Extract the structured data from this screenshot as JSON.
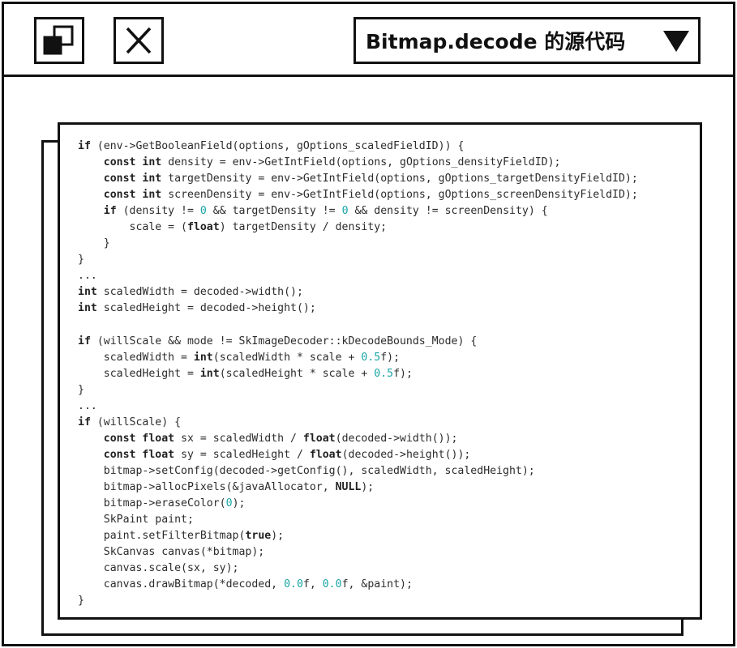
{
  "window": {
    "title": "Bitmap.decode 的源代码",
    "icons": {
      "restore": "restore-window-icon",
      "close": "close-icon",
      "dropdown": "triangle-down-icon"
    }
  },
  "code": {
    "lines": [
      [
        {
          "t": "if",
          "k": "kw"
        },
        {
          "t": " (env->GetBooleanField(options, gOptions_scaledFieldID)) {"
        }
      ],
      [
        {
          "t": "    "
        },
        {
          "t": "const",
          "k": "kw"
        },
        {
          "t": " "
        },
        {
          "t": "int",
          "k": "kw"
        },
        {
          "t": " density = env->GetIntField(options, gOptions_densityFieldID);"
        }
      ],
      [
        {
          "t": "    "
        },
        {
          "t": "const",
          "k": "kw"
        },
        {
          "t": " "
        },
        {
          "t": "int",
          "k": "kw"
        },
        {
          "t": " targetDensity = env->GetIntField(options, gOptions_targetDensityFieldID);"
        }
      ],
      [
        {
          "t": "    "
        },
        {
          "t": "const",
          "k": "kw"
        },
        {
          "t": " "
        },
        {
          "t": "int",
          "k": "kw"
        },
        {
          "t": " screenDensity = env->GetIntField(options, gOptions_screenDensityFieldID);"
        }
      ],
      [
        {
          "t": "    "
        },
        {
          "t": "if",
          "k": "kw"
        },
        {
          "t": " (density != "
        },
        {
          "t": "0",
          "k": "num"
        },
        {
          "t": " && targetDensity != "
        },
        {
          "t": "0",
          "k": "num"
        },
        {
          "t": " && density != screenDensity) {"
        }
      ],
      [
        {
          "t": "        scale = ("
        },
        {
          "t": "float",
          "k": "kw"
        },
        {
          "t": ") targetDensity / density;"
        }
      ],
      [
        {
          "t": "    }"
        }
      ],
      [
        {
          "t": "}"
        }
      ],
      [
        {
          "t": "..."
        }
      ],
      [
        {
          "t": "int",
          "k": "kw"
        },
        {
          "t": " scaledWidth = decoded->width();"
        }
      ],
      [
        {
          "t": "int",
          "k": "kw"
        },
        {
          "t": " scaledHeight = decoded->height();"
        }
      ],
      [
        {
          "t": ""
        }
      ],
      [
        {
          "t": "if",
          "k": "kw"
        },
        {
          "t": " (willScale && mode != SkImageDecoder::kDecodeBounds_Mode) {"
        }
      ],
      [
        {
          "t": "    scaledWidth = "
        },
        {
          "t": "int",
          "k": "kw"
        },
        {
          "t": "(scaledWidth * scale + "
        },
        {
          "t": "0.5",
          "k": "num"
        },
        {
          "t": "f);"
        }
      ],
      [
        {
          "t": "    scaledHeight = "
        },
        {
          "t": "int",
          "k": "kw"
        },
        {
          "t": "(scaledHeight * scale + "
        },
        {
          "t": "0.5",
          "k": "num"
        },
        {
          "t": "f);"
        }
      ],
      [
        {
          "t": "}"
        }
      ],
      [
        {
          "t": "..."
        }
      ],
      [
        {
          "t": "if",
          "k": "kw"
        },
        {
          "t": " (willScale) {"
        }
      ],
      [
        {
          "t": "    "
        },
        {
          "t": "const",
          "k": "kw"
        },
        {
          "t": " "
        },
        {
          "t": "float",
          "k": "kw"
        },
        {
          "t": " sx = scaledWidth / "
        },
        {
          "t": "float",
          "k": "kw"
        },
        {
          "t": "(decoded->width());"
        }
      ],
      [
        {
          "t": "    "
        },
        {
          "t": "const",
          "k": "kw"
        },
        {
          "t": " "
        },
        {
          "t": "float",
          "k": "kw"
        },
        {
          "t": " sy = scaledHeight / "
        },
        {
          "t": "float",
          "k": "kw"
        },
        {
          "t": "(decoded->height());"
        }
      ],
      [
        {
          "t": "    bitmap->setConfig(decoded->getConfig(), scaledWidth, scaledHeight);"
        }
      ],
      [
        {
          "t": "    bitmap->allocPixels(&javaAllocator, "
        },
        {
          "t": "NULL",
          "k": "kw"
        },
        {
          "t": ");"
        }
      ],
      [
        {
          "t": "    bitmap->eraseColor("
        },
        {
          "t": "0",
          "k": "num"
        },
        {
          "t": ");"
        }
      ],
      [
        {
          "t": "    SkPaint paint;"
        }
      ],
      [
        {
          "t": "    paint.setFilterBitmap("
        },
        {
          "t": "true",
          "k": "kw"
        },
        {
          "t": ");"
        }
      ],
      [
        {
          "t": "    SkCanvas canvas(*bitmap);"
        }
      ],
      [
        {
          "t": "    canvas.scale(sx, sy);"
        }
      ],
      [
        {
          "t": "    canvas.drawBitmap(*decoded, "
        },
        {
          "t": "0.0",
          "k": "num"
        },
        {
          "t": "f, "
        },
        {
          "t": "0.0",
          "k": "num"
        },
        {
          "t": "f, &paint);"
        }
      ],
      [
        {
          "t": "}"
        }
      ]
    ]
  },
  "colors": {
    "border": "#111111",
    "background": "#ffffff",
    "code_text": "#2c2c2c",
    "number": "#1aa5a5"
  }
}
